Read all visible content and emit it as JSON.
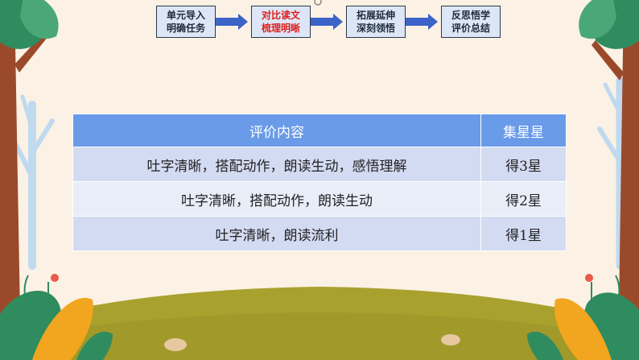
{
  "flow": {
    "steps": [
      {
        "line1": "单元导入",
        "line2": "明确任务"
      },
      {
        "line1": "对比读文",
        "line2": "梳理明晰"
      },
      {
        "line1": "拓展延伸",
        "line2": "深刻领悟"
      },
      {
        "line1": "反思悟学",
        "line2": "评价总结"
      }
    ],
    "active_step": 1,
    "arrow_color": "#3b63c8"
  },
  "table": {
    "headers": [
      "评价内容",
      "集星星"
    ],
    "rows": [
      [
        "吐字清晰，搭配动作，朗读生动，感悟理解",
        "得3星"
      ],
      [
        "吐字清晰，搭配动作，朗读生动",
        "得2星"
      ],
      [
        "吐字清晰，朗读流利",
        "得1星"
      ]
    ],
    "header_color": "#6a9be8",
    "row_colors": [
      "#d3dbf2",
      "#e9edf8",
      "#d3dbf2"
    ]
  },
  "colors": {
    "background": "#fbf1e4",
    "grass": "#a9a12e",
    "tree_trunk": "#9a4a2a",
    "tree_leaves": "#2f8c5f"
  }
}
